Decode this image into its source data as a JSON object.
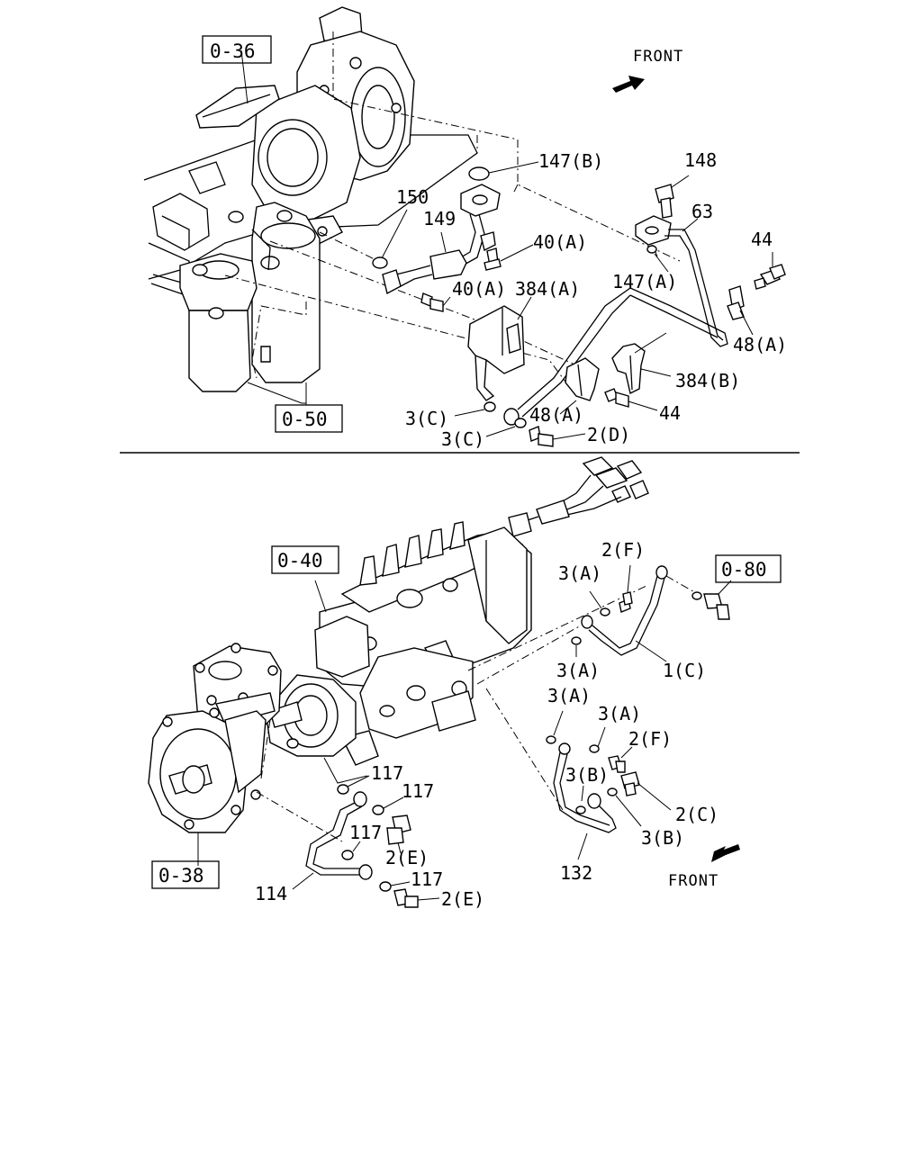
{
  "section_top": {
    "ref_boxes": [
      "0-36",
      "0-50"
    ],
    "front": "FRONT",
    "labels": [
      "147(B)",
      "148",
      "63",
      "44",
      "150",
      "149",
      "40(A)",
      "40(A)",
      "384(A)",
      "147(A)",
      "48(A)",
      "384(B)",
      "44",
      "3(C)",
      "48(A)",
      "3(C)",
      "2(D)"
    ]
  },
  "section_bottom": {
    "ref_boxes": [
      "0-40",
      "0-80",
      "0-38"
    ],
    "front": "FRONT",
    "labels": [
      "2(F)",
      "3(A)",
      "3(A)",
      "1(C)",
      "3(A)",
      "3(A)",
      "2(F)",
      "3(B)",
      "2(C)",
      "3(B)",
      "132",
      "117",
      "117",
      "117",
      "2(E)",
      "114",
      "117",
      "2(E)"
    ]
  }
}
